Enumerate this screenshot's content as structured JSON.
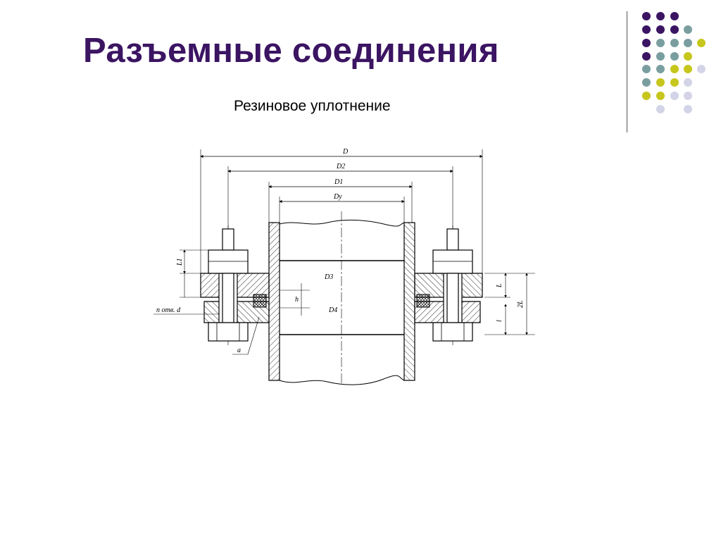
{
  "slide": {
    "title": "Разъемные соединения",
    "subtitle": "Резиновое уплотнение"
  },
  "decoration": {
    "dot_colors": {
      "purple": "#3b1462",
      "teal": "#7a9ea0",
      "yellow": "#c7c61d",
      "lavender": "#d4d4e8"
    }
  },
  "drawing": {
    "labels": {
      "D": "D",
      "D2": "D2",
      "D1": "D1",
      "Dy": "Dy",
      "D3": "D3",
      "D4": "D4",
      "L1": "L1",
      "h": "h",
      "n_holes": "n отв. d",
      "a": "a",
      "L": "L",
      "l": "l",
      "2L": "2L"
    }
  }
}
